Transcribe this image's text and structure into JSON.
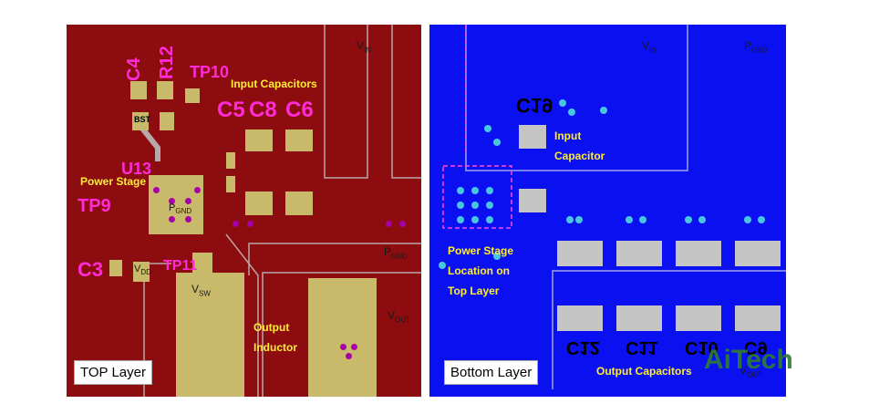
{
  "top": {
    "layer_label": "TOP Layer",
    "refs": {
      "c4": "C4",
      "r12": "R12",
      "tp10": "TP10",
      "c5": "C5",
      "c8": "C8",
      "c6": "C6",
      "u13": "U13",
      "tp9": "TP9",
      "c3": "C3",
      "tp11": "TP11",
      "bst": "BST"
    },
    "titles": {
      "input_caps": "Input Capacitors",
      "power_stage": "Power Stage",
      "output_inductor_1": "Output",
      "output_inductor_2": "Inductor"
    },
    "nets": {
      "vin_main": "V",
      "vin_sub": "IN",
      "pgnd_center_main": "P",
      "pgnd_center_sub": "GND",
      "pgnd_right_main": "P",
      "pgnd_right_sub": "GND",
      "vdd_main": "V",
      "vdd_sub": "DD",
      "vsw_main": "V",
      "vsw_sub": "SW",
      "vout_main": "V",
      "vout_sub": "OUT"
    }
  },
  "bottom": {
    "layer_label": "Bottom Layer",
    "refs": {
      "c19": "C19",
      "c12": "C12",
      "c11": "C11",
      "c10": "C10",
      "c9": "C9"
    },
    "titles": {
      "input_cap_1": "Input",
      "input_cap_2": "Capacitor",
      "ps_loc_1": "Power Stage",
      "ps_loc_2": "Location on",
      "ps_loc_3": "Top Layer",
      "output_caps": "Output Capacitors"
    },
    "nets": {
      "vin_main": "V",
      "vin_sub": "IN",
      "pgnd_main": "P",
      "pgnd_sub": "GND",
      "vout_main": "V",
      "vout_sub": "OUT"
    }
  },
  "watermark": "AiTech",
  "colors": {
    "top_bg": "#8c0c10",
    "bottom_bg": "#0b10f0",
    "pad": "#c9b96a",
    "label_magenta": "#ff2bd6",
    "label_yellow": "#ffee33",
    "watermark": "#2e7d32"
  }
}
